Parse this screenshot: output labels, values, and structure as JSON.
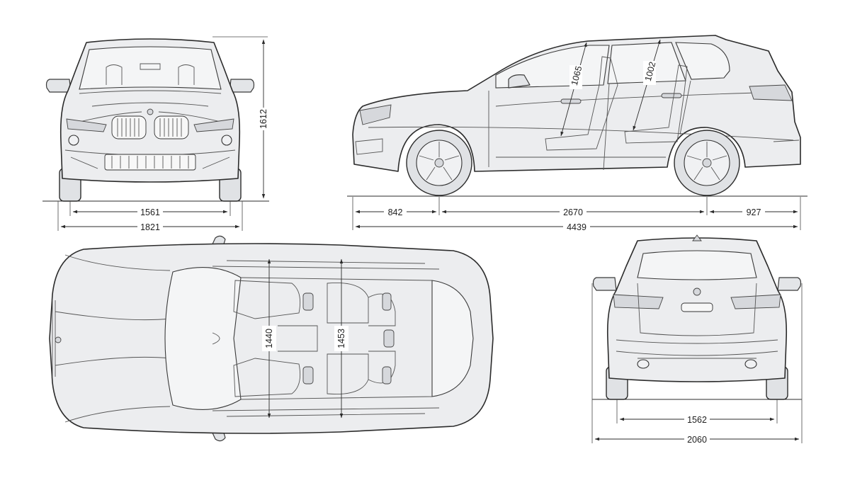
{
  "front_view": {
    "height_label": "1612",
    "track_label": "1561",
    "width_label": "1821"
  },
  "side_view": {
    "front_overhang_label": "842",
    "wheelbase_label": "2670",
    "rear_overhang_label": "927",
    "length_label": "4439",
    "front_headroom_label": "1065",
    "rear_headroom_label": "1002"
  },
  "top_view": {
    "front_shoulder_label": "1440",
    "rear_shoulder_label": "1453"
  },
  "rear_view": {
    "track_label": "1562",
    "width_mirrors_label": "2060"
  }
}
